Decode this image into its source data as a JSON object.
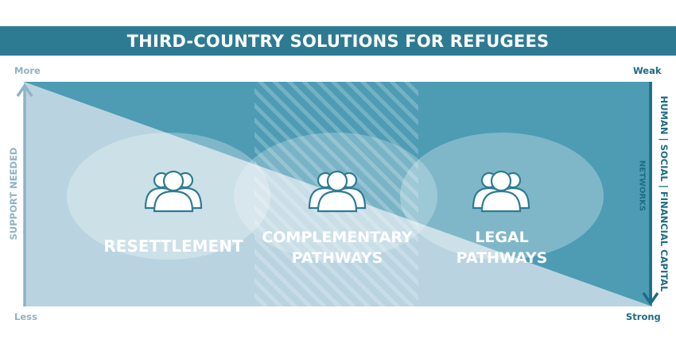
{
  "title": "THIRD-COUNTRY SOLUTIONS FOR REFUGEES",
  "left_axis": {
    "top": "More",
    "bottom": "Less",
    "label": "SUPPORT NEEDED"
  },
  "right_axis": {
    "top": "Weak",
    "bottom": "Strong",
    "label_line1": "HUMAN | SOCIAL | FINANCIAL CAPITAL",
    "label_line2": "NETWORKS"
  },
  "categories": [
    {
      "line1": "RESETTLEMENT",
      "line2": ""
    },
    {
      "line1": "COMPLEMENTARY",
      "line2": "PATHWAYS"
    },
    {
      "line1": "LEGAL",
      "line2": "PATHWAYS"
    }
  ],
  "colors": {
    "banner": "#2d7b93",
    "dark_panel": "#4e9bb4",
    "light_triangle": "#b9d4e0",
    "axis_left": "#8fb3c5",
    "axis_right": "#1d6c85",
    "icon_stroke": "#2d7b93"
  },
  "icons": [
    "people-group-icon",
    "people-group-icon",
    "people-group-icon"
  ]
}
